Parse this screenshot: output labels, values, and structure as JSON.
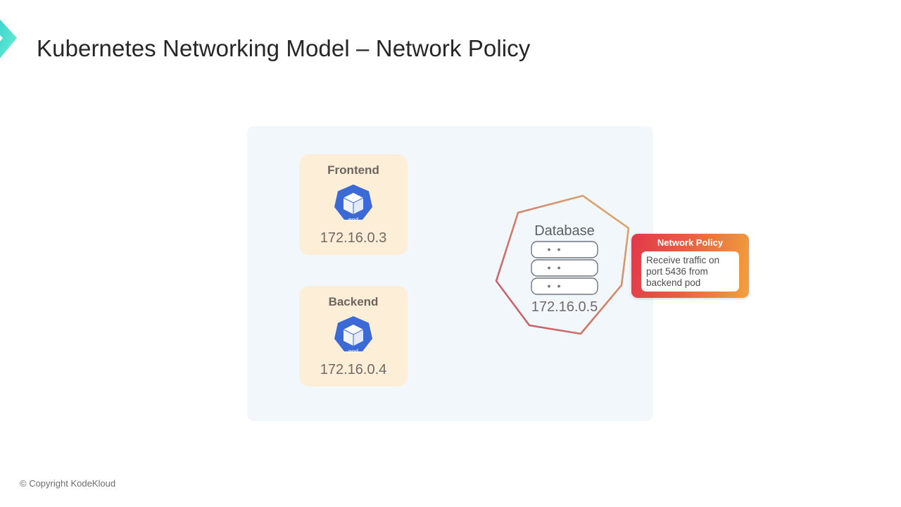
{
  "slide": {
    "title": "Kubernetes Networking Model – Network Policy",
    "logo_icon": "chevron-right-logo",
    "footer": "© Copyright KodeKloud"
  },
  "diagram": {
    "panel_background": "#f2f7fc",
    "pods": [
      {
        "name": "Frontend",
        "ip": "172.16.0.3",
        "icon": "kubernetes-pod-icon",
        "icon_label": "pod",
        "card_color": "#fdeed8",
        "icon_color": "#3b6ad6"
      },
      {
        "name": "Backend",
        "ip": "172.16.0.4",
        "icon": "kubernetes-pod-icon",
        "icon_label": "pod",
        "card_color": "#fdeed8",
        "icon_color": "#3b6ad6"
      }
    ],
    "database": {
      "name": "Database",
      "ip": "172.16.0.5",
      "icon": "database-stack-icon",
      "shape": "heptagon",
      "stroke_start_color": "#c4536a",
      "stroke_end_color": "#dba86a"
    },
    "policy": {
      "title": "Network Policy",
      "rule": "Receive traffic on port 5436 from backend pod",
      "gradient_start": "#e2384c",
      "gradient_end": "#f0a23e"
    }
  }
}
